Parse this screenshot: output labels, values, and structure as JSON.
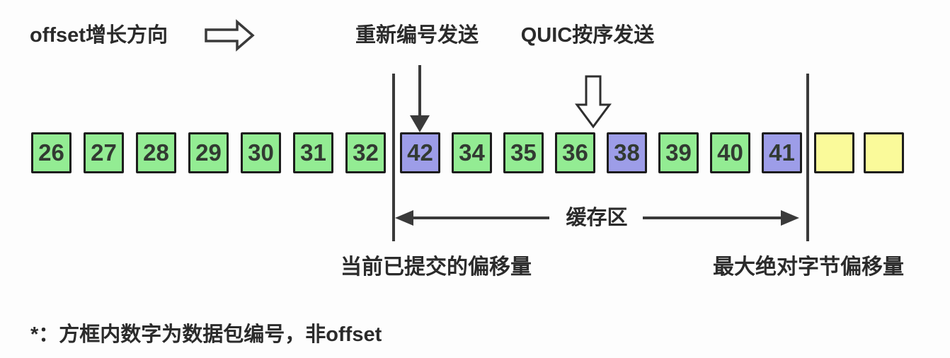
{
  "direction": {
    "label": "offset增长方向"
  },
  "annotations": {
    "renumber_label": "重新编号发送",
    "quic_label": "QUIC按序发送",
    "buffer_label": "缓存区",
    "committed_label": "当前已提交的偏移量",
    "max_label": "最大绝对字节偏移量",
    "footnote": "*：方框内数字为数据包编号，非offset"
  },
  "legend_colors": {
    "green": "#93ec93",
    "purple": "#9d9de8",
    "yellow": "#fafa9a"
  },
  "box_groups": [
    {
      "name": "sent",
      "boxes": [
        {
          "label": "26",
          "color": "green"
        },
        {
          "label": "27",
          "color": "green"
        },
        {
          "label": "28",
          "color": "green"
        },
        {
          "label": "29",
          "color": "green"
        },
        {
          "label": "30",
          "color": "green"
        },
        {
          "label": "31",
          "color": "green"
        },
        {
          "label": "32",
          "color": "green"
        }
      ]
    },
    {
      "name": "buffer",
      "boxes": [
        {
          "label": "42",
          "color": "purple"
        },
        {
          "label": "34",
          "color": "green"
        },
        {
          "label": "35",
          "color": "green"
        },
        {
          "label": "36",
          "color": "green"
        },
        {
          "label": "38",
          "color": "purple"
        },
        {
          "label": "39",
          "color": "green"
        },
        {
          "label": "40",
          "color": "green"
        },
        {
          "label": "41",
          "color": "purple"
        }
      ]
    },
    {
      "name": "future",
      "boxes": [
        {
          "label": "",
          "color": "yellow"
        },
        {
          "label": "",
          "color": "yellow"
        }
      ]
    }
  ]
}
